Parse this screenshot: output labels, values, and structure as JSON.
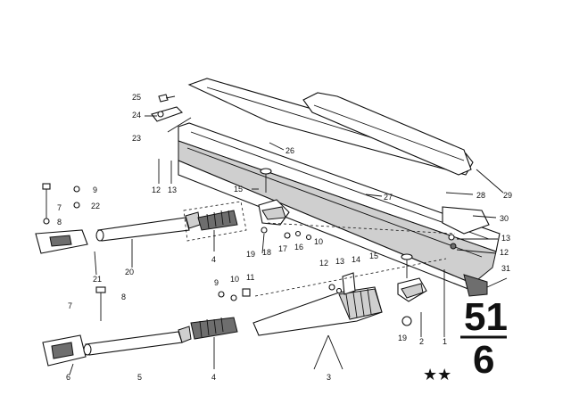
{
  "diagram": {
    "group_number": "51",
    "subgroup_number": "6",
    "stars": "★★",
    "callouts": {
      "c1": "1",
      "c2": "2",
      "c3": "3",
      "c4a": "4",
      "c4b": "4",
      "c5": "5",
      "c6": "6",
      "c7a": "7",
      "c7b": "7",
      "c8a": "8",
      "c8b": "8",
      "c9a": "9",
      "c9b": "9",
      "c10a": "10",
      "c10b": "10",
      "c11": "11",
      "c12a": "12",
      "c12b": "12",
      "c12c": "12",
      "c13a": "13",
      "c13b": "13",
      "c13c": "13",
      "c14": "14",
      "c15a": "15",
      "c15b": "15",
      "c16": "16",
      "c17": "17",
      "c18": "18",
      "c19a": "19",
      "c19b": "19",
      "c20": "20",
      "c21": "21",
      "c22": "22",
      "c23": "23",
      "c24": "24",
      "c25": "25",
      "c26": "26",
      "c27": "27",
      "c28": "28",
      "c29": "29",
      "c30": "30",
      "c31": "31"
    }
  }
}
